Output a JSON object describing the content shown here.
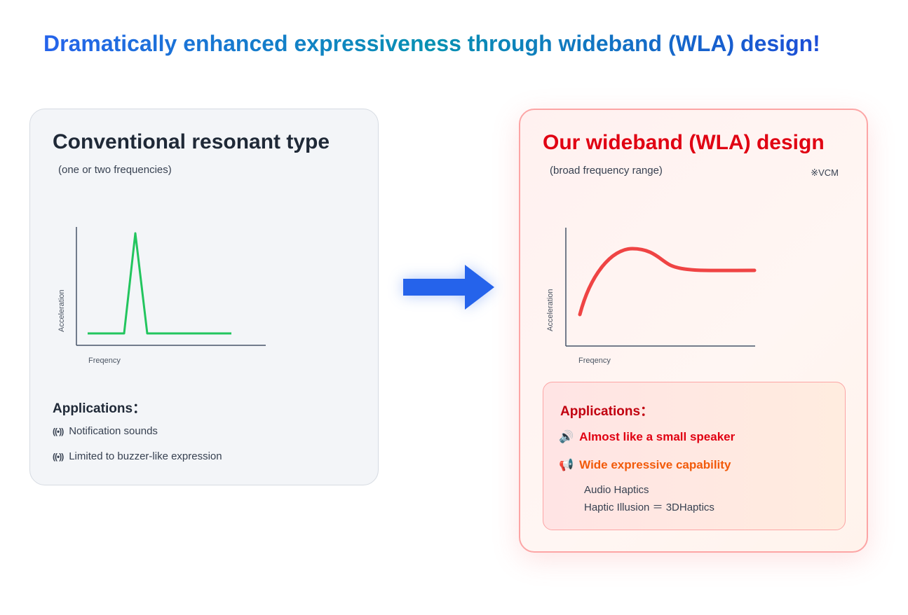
{
  "title": "Dramatically enhanced expressiveness through wideband (WLA) design!",
  "left": {
    "heading": "Conventional resonant type",
    "subtitle": "(one or two frequencies)",
    "x_label": "Freqency",
    "y_label": "Acceleration",
    "applications_label": "Applications：",
    "items": [
      {
        "icon": "vibration-icon",
        "glyph": "((•))",
        "text": "Notification sounds"
      },
      {
        "icon": "vibration-icon",
        "glyph": "((•))",
        "text": "Limited to buzzer-like expression"
      }
    ],
    "line_color": "#22c55e"
  },
  "right": {
    "heading": "Our wideband (WLA) design",
    "subtitle": "(broad frequency range)",
    "note": "※VCM",
    "x_label": "Freqency",
    "y_label": "Acceleration",
    "applications_label": "Applications：",
    "items": [
      {
        "icon": "speaker-icon",
        "glyph": "🔊",
        "text": "Almost like a small speaker",
        "color": "#e00012"
      },
      {
        "icon": "megaphone-icon",
        "glyph": "📢",
        "text": "Wide expressive capability",
        "color": "#f25a0a"
      }
    ],
    "details": [
      "Audio Haptics",
      "Haptic Illusion ＝ 3DHaptics"
    ],
    "line_color": "#ef4444"
  },
  "arrow_color": "#2563eb"
}
